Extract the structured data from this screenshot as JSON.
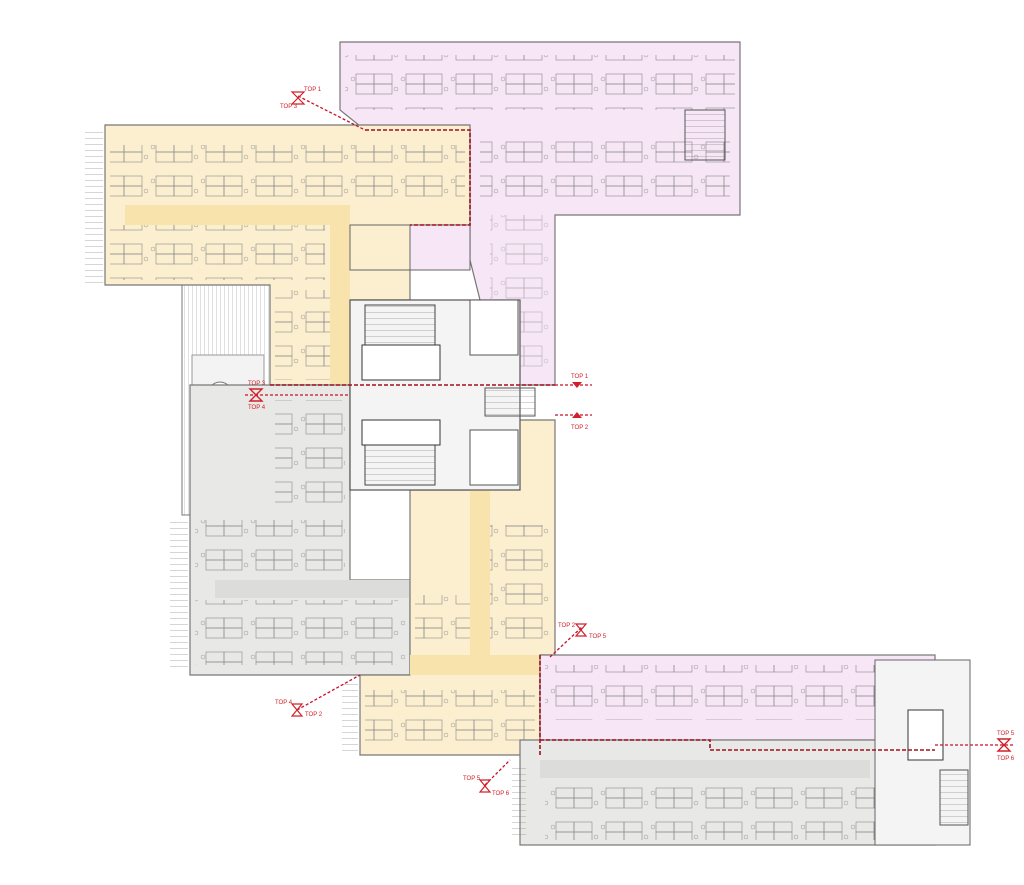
{
  "colors": {
    "pink_zone": "#f6e6f6",
    "yellow_zone": "#fbefcf",
    "yellow_corridor": "#f8e3ad",
    "gray_zone": "#e8e8e6",
    "core": "#f4f4f4",
    "section_marker": "#d0202a"
  },
  "section_markers": [
    {
      "top": "TOP 1",
      "bottom": "TOP 3"
    },
    {
      "top": "TOP 1",
      "bottom": "TOP 2"
    },
    {
      "top": "TOP 3",
      "bottom": "TOP 4"
    },
    {
      "top": "TOP 2",
      "bottom": "TOP 5"
    },
    {
      "top": "TOP 4",
      "bottom": "TOP 2"
    },
    {
      "top": "TOP 5",
      "bottom": "TOP 6"
    },
    {
      "top": "TOP 5",
      "bottom": "TOP 6"
    }
  ]
}
